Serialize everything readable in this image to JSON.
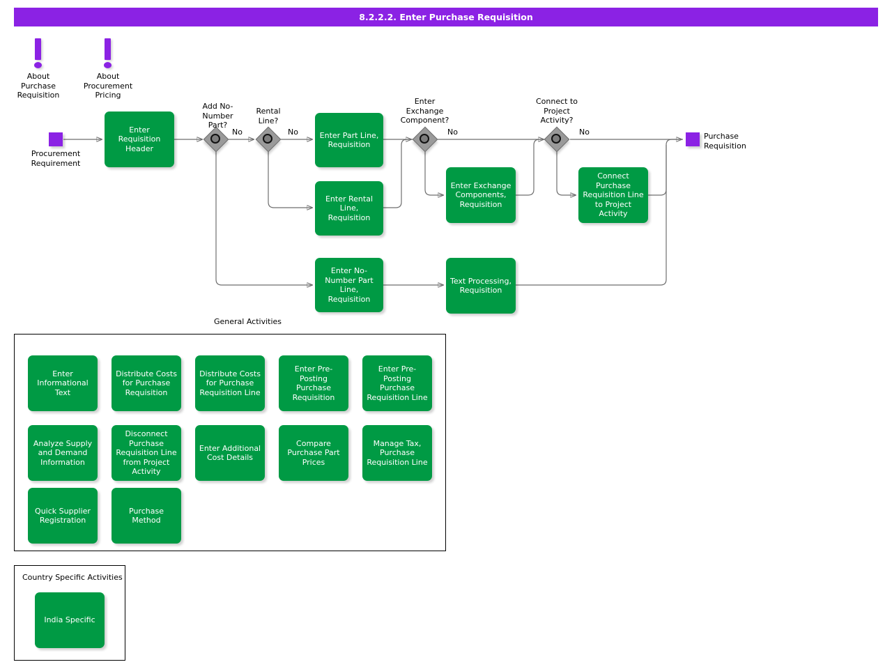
{
  "header": {
    "title": "8.2.2.2. Enter Purchase Requisition",
    "bg": "#8B22E4",
    "fg": "#FFFFFF"
  },
  "colors": {
    "process": "#009A44",
    "terminal": "#8B22E4",
    "decision": "#9A9A9A",
    "connector": "#6E6E6E",
    "frame": "#000000"
  },
  "annotations": [
    {
      "name": "about-purchase-requisition",
      "label": "About\nPurchase\nRequisition"
    },
    {
      "name": "about-procurement-pricing",
      "label": "About\nProcurement\nPricing"
    }
  ],
  "terminals": {
    "start": {
      "label": "Procurement\nRequirement"
    },
    "end": {
      "label": "Purchase\nRequisition"
    }
  },
  "decisions": [
    {
      "name": "add-no-number-part",
      "label": "Add No-\nNumber\nPart?",
      "branch_label": "No"
    },
    {
      "name": "rental-line",
      "label": "Rental\nLine?",
      "branch_label": "No"
    },
    {
      "name": "enter-exchange-component",
      "label": "Enter\nExchange\nComponent?",
      "branch_label": "No"
    },
    {
      "name": "connect-to-project-activity",
      "label": "Connect to\nProject\nActivity?",
      "branch_label": "No"
    }
  ],
  "main_flow": [
    {
      "name": "enter-requisition-header",
      "label": "Enter Requisition\nHeader"
    },
    {
      "name": "enter-part-line-requisition",
      "label": "Enter Part Line,\nRequisition"
    },
    {
      "name": "enter-rental-line-requisition",
      "label": "Enter Rental\nLine, Requisition"
    },
    {
      "name": "enter-no-number-part-line-requisition",
      "label": "Enter No-\nNumber Part\nLine, Requisition"
    },
    {
      "name": "enter-exchange-components-requisition",
      "label": "Enter Exchange\nComponents,\nRequisition"
    },
    {
      "name": "connect-purchase-requisition-line-to-project-activity",
      "label": "Connect\nPurchase\nRequisition Line\nto Project\nActivity"
    },
    {
      "name": "text-processing-requisition",
      "label": "Text Processing,\nRequisition"
    }
  ],
  "general_activities": {
    "title": "General Activities",
    "items": [
      {
        "name": "enter-informational-text",
        "label": "Enter\nInformational\nText"
      },
      {
        "name": "distribute-costs-for-purchase-requisition",
        "label": "Distribute Costs\nfor Purchase\nRequisition"
      },
      {
        "name": "distribute-costs-for-purchase-requisition-line",
        "label": "Distribute Costs\nfor Purchase\nRequisition Line"
      },
      {
        "name": "enter-pre-posting-purchase-requisition",
        "label": "Enter Pre-\nPosting\nPurchase\nRequisition"
      },
      {
        "name": "enter-pre-posting-purchase-requisition-line",
        "label": "Enter Pre-\nPosting\nPurchase\nRequisition Line"
      },
      {
        "name": "analyze-supply-and-demand-information",
        "label": "Analyze Supply\nand Demand\nInformation"
      },
      {
        "name": "disconnect-purchase-requisition-line-from-project-activity",
        "label": "Disconnect\nPurchase\nRequisition Line\nfrom Project\nActivity"
      },
      {
        "name": "enter-additional-cost-details",
        "label": "Enter Additional\nCost Details"
      },
      {
        "name": "compare-purchase-part-prices",
        "label": "Compare\nPurchase Part\nPrices"
      },
      {
        "name": "manage-tax-purchase-requisition-line",
        "label": "Manage Tax,\nPurchase\nRequisition Line"
      },
      {
        "name": "quick-supplier-registration",
        "label": "Quick Supplier\nRegistration"
      },
      {
        "name": "purchase-method",
        "label": "Purchase\nMethod"
      }
    ]
  },
  "country_specific_activities": {
    "title": "Country Specific Activities",
    "items": [
      {
        "name": "india-specific",
        "label": "India Specific"
      }
    ]
  }
}
